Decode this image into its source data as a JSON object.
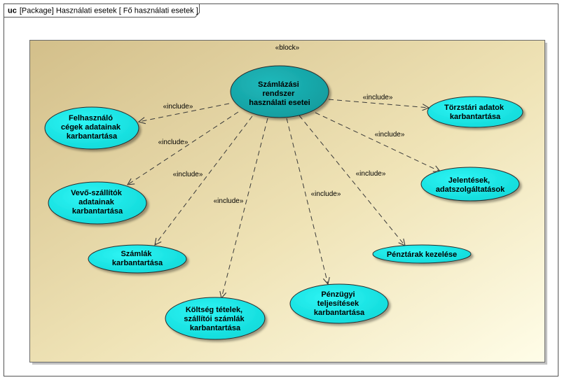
{
  "frame": {
    "keyword": "uc",
    "title": "[Package] Használati esetek [ Fő használati esetek ]"
  },
  "block": {
    "stereotype": "«block»"
  },
  "include_label": "«include»",
  "use_cases": [
    {
      "id": "central",
      "lines": [
        "Számlázási",
        "rendszer",
        "használati esetei"
      ]
    },
    {
      "id": "felhasznalo",
      "lines": [
        "Felhasználó",
        "cégek adatainak",
        "karbantartása"
      ]
    },
    {
      "id": "vevo",
      "lines": [
        "Vevő-szállítók",
        "adatainak",
        "karbantartása"
      ]
    },
    {
      "id": "szamlak",
      "lines": [
        "Számlák",
        "karbantartása"
      ]
    },
    {
      "id": "koltseg",
      "lines": [
        "Költség tételek,",
        "szállítói számlák",
        "karbantartása"
      ]
    },
    {
      "id": "penzugyi",
      "lines": [
        "Pénzügyi",
        "teljesítések",
        "karbantartása"
      ]
    },
    {
      "id": "penztarak",
      "lines": [
        "Pénztárak kezelése"
      ]
    },
    {
      "id": "jelentesek",
      "lines": [
        "Jelentések,",
        "adatszolgáltatások"
      ]
    },
    {
      "id": "torzstari",
      "lines": [
        "Törzstári adatok",
        "karbantartása"
      ]
    }
  ],
  "colors": {
    "central_fill": "#17a9ab",
    "usecase_fill": "#11e6e6",
    "block_dark": "#d6c48f",
    "block_light": "#fdfbe4",
    "line": "#3a3a3a"
  }
}
